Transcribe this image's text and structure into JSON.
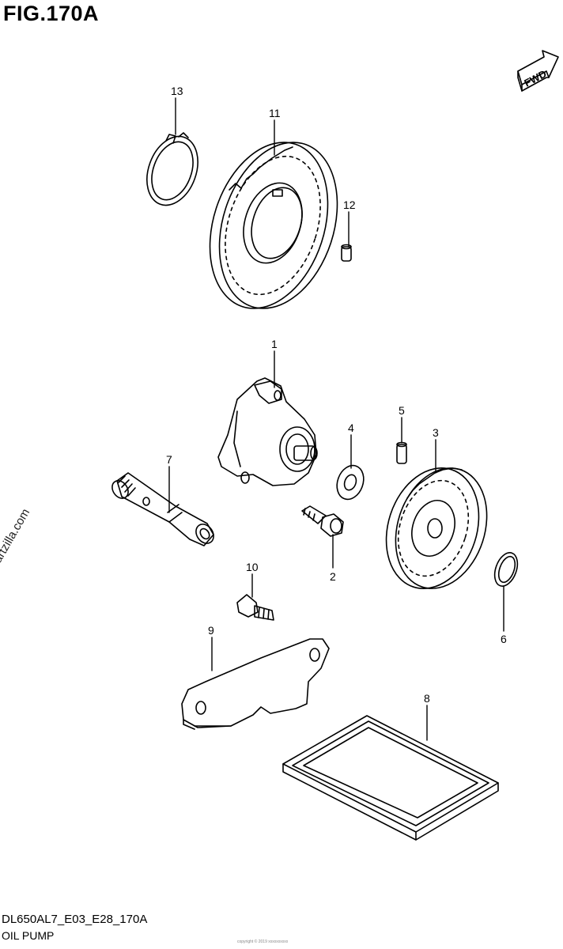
{
  "figure": {
    "title": "FIG.170A",
    "fwd_label": "FWD",
    "code": "DL650AL7_E03_E28_170A",
    "name": "OIL PUMP",
    "watermark": "© Partzilla.com",
    "copyright": "copyright © 2019 xxxxxxxxxx"
  },
  "callouts": [
    "1",
    "2",
    "3",
    "4",
    "5",
    "6",
    "7",
    "8",
    "9",
    "10",
    "11",
    "12",
    "13"
  ],
  "parts": [
    {
      "number": "1",
      "icon": "oil-pump-body-icon"
    },
    {
      "number": "2",
      "icon": "bolt-icon"
    },
    {
      "number": "3",
      "icon": "driven-gear-icon"
    },
    {
      "number": "4",
      "icon": "washer-icon"
    },
    {
      "number": "5",
      "icon": "pin-icon"
    },
    {
      "number": "6",
      "icon": "circlip-icon"
    },
    {
      "number": "7",
      "icon": "oil-pump-shaft-icon"
    },
    {
      "number": "8",
      "icon": "strainer-screen-icon"
    },
    {
      "number": "9",
      "icon": "strainer-plate-icon"
    },
    {
      "number": "10",
      "icon": "screw-icon"
    },
    {
      "number": "11",
      "icon": "drive-gear-icon"
    },
    {
      "number": "12",
      "icon": "dowel-pin-icon"
    },
    {
      "number": "13",
      "icon": "snap-ring-icon"
    }
  ]
}
